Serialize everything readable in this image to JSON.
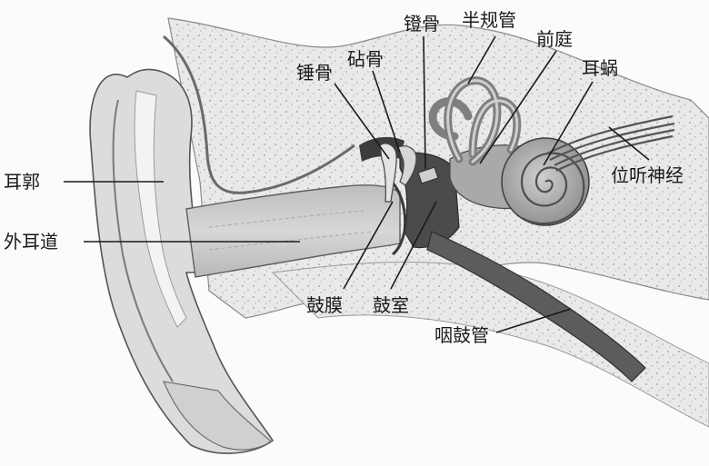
{
  "diagram": {
    "labels": {
      "auricle": "耳郭",
      "external_canal": "外耳道",
      "malleus": "锤骨",
      "incus": "砧骨",
      "stapes": "镫骨",
      "semicircular_canals": "半规管",
      "vestibule": "前庭",
      "cochlea": "耳蜗",
      "vestibulocochlear_nerve": "位听神经",
      "tympanic_membrane": "鼓膜",
      "tympanic_cavity": "鼓室",
      "eustachian_tube": "咽鼓管"
    }
  }
}
